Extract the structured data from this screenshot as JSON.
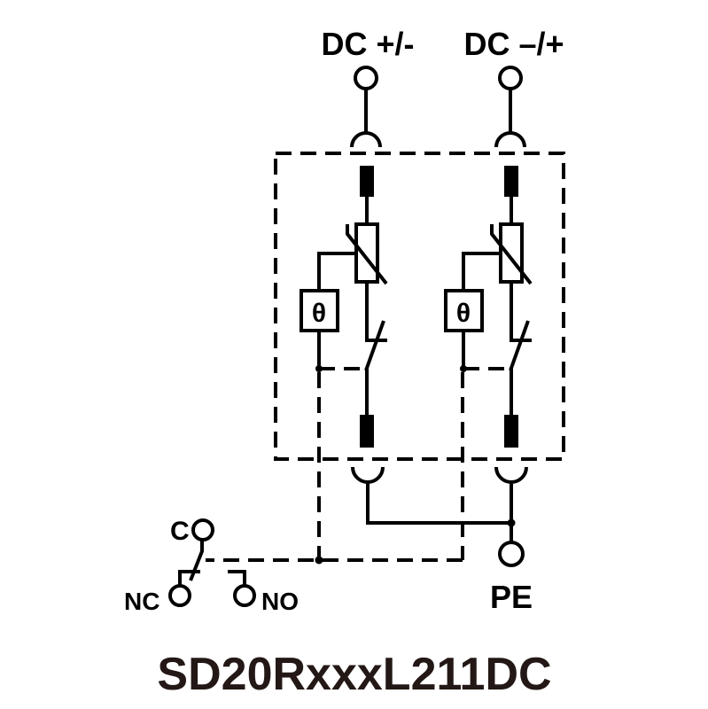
{
  "terminals": {
    "left_top": "DC +/-",
    "right_top": "DC –/+",
    "pe": "PE",
    "relay_common": "C",
    "relay_nc": "NC",
    "relay_no": "NO"
  },
  "thermal_symbol": "θ",
  "model": "SD20RxxxL211DC",
  "colors": {
    "line": "#000000",
    "title": "#231815"
  }
}
